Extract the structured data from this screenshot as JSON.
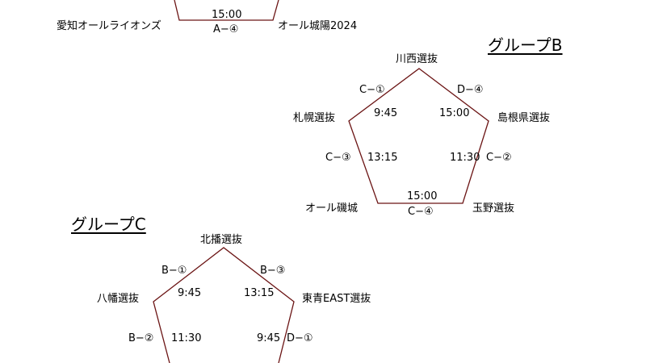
{
  "colors": {
    "line": "#6b1414",
    "text": "#000000"
  },
  "group_a_partial": {
    "time_bottom": "15:00",
    "match_bottom": "A−④",
    "team_bottom_left": "愛知オールライオンズ",
    "team_bottom_right": "オール城陽2024"
  },
  "group_b": {
    "title": "グループB",
    "teams": {
      "top": "川西選抜",
      "left": "札幌選抜",
      "right": "島根県選抜",
      "bottom_left": "オール磯城",
      "bottom_right": "玉野選抜"
    },
    "matches": {
      "top_left": "C−①",
      "top_right": "D−④",
      "left": "C−③",
      "right": "C−②",
      "bottom": "C−④"
    },
    "times": {
      "top_left": "9:45",
      "top_right": "15:00",
      "left": "13:15",
      "right": "11:30",
      "bottom": "15:00"
    }
  },
  "group_c": {
    "title": "グループC",
    "teams": {
      "top": "北播選抜",
      "left": "八幡選抜",
      "right": "東青EAST選抜"
    },
    "matches": {
      "top_left": "B−①",
      "top_right": "B−③",
      "left": "B−②",
      "right": "D−①"
    },
    "times": {
      "top_left": "9:45",
      "top_right": "13:15",
      "left": "11:30",
      "right": "9:45"
    }
  }
}
